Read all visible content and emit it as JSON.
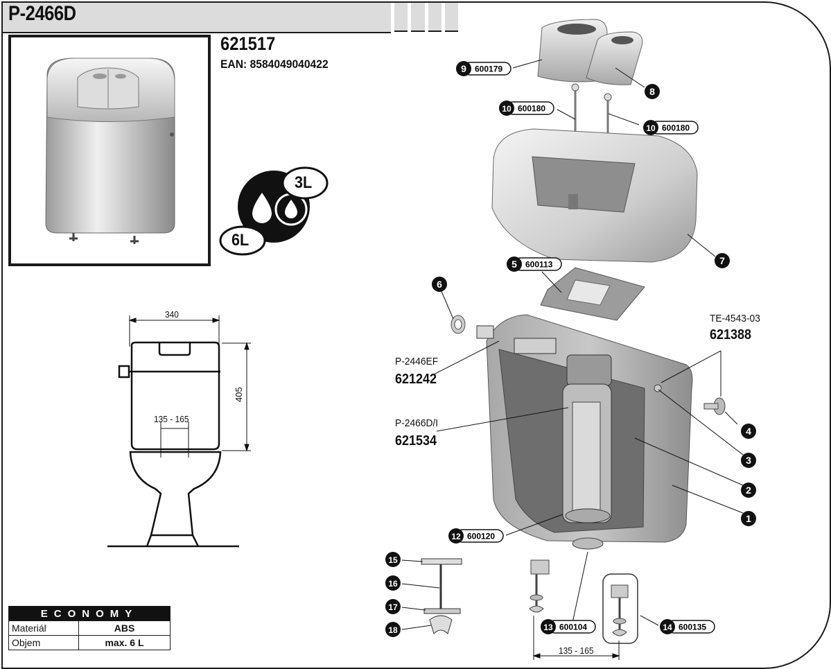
{
  "header": {
    "model": "P-2466D"
  },
  "product": {
    "code": "621517",
    "ean": "EAN: 8584049040422"
  },
  "flush_volumes": {
    "small": "3L",
    "large": "6L"
  },
  "dimensions": {
    "width": "340",
    "height": "405",
    "bowl_spacing": "135 - 165",
    "bolt_spacing": "135 - 165"
  },
  "spec_table": {
    "title": "ECONOMY",
    "rows": [
      {
        "label": "Materiál",
        "value": "ABS"
      },
      {
        "label": "Objem",
        "value": "max. 6 L"
      }
    ]
  },
  "parts": [
    {
      "num": "9",
      "code": "600179"
    },
    {
      "num": "8",
      "code": ""
    },
    {
      "num": "10",
      "code": "600180"
    },
    {
      "num": "10",
      "code": "600180"
    },
    {
      "num": "7",
      "code": ""
    },
    {
      "num": "5",
      "code": "600113"
    },
    {
      "num": "6",
      "code": ""
    },
    {
      "num": "4",
      "code": ""
    },
    {
      "num": "3",
      "code": ""
    },
    {
      "num": "2",
      "code": ""
    },
    {
      "num": "1",
      "code": ""
    },
    {
      "num": "12",
      "code": "600120"
    },
    {
      "num": "13",
      "code": "600104"
    },
    {
      "num": "14",
      "code": "600135"
    },
    {
      "num": "15",
      "code": ""
    },
    {
      "num": "16",
      "code": ""
    },
    {
      "num": "17",
      "code": ""
    },
    {
      "num": "18",
      "code": ""
    }
  ],
  "references": [
    {
      "label": "TE-4543-03",
      "code": "621388"
    },
    {
      "label": "P-2446EF",
      "code": "621242"
    },
    {
      "label": "P-2466D/I",
      "code": "621534"
    }
  ]
}
